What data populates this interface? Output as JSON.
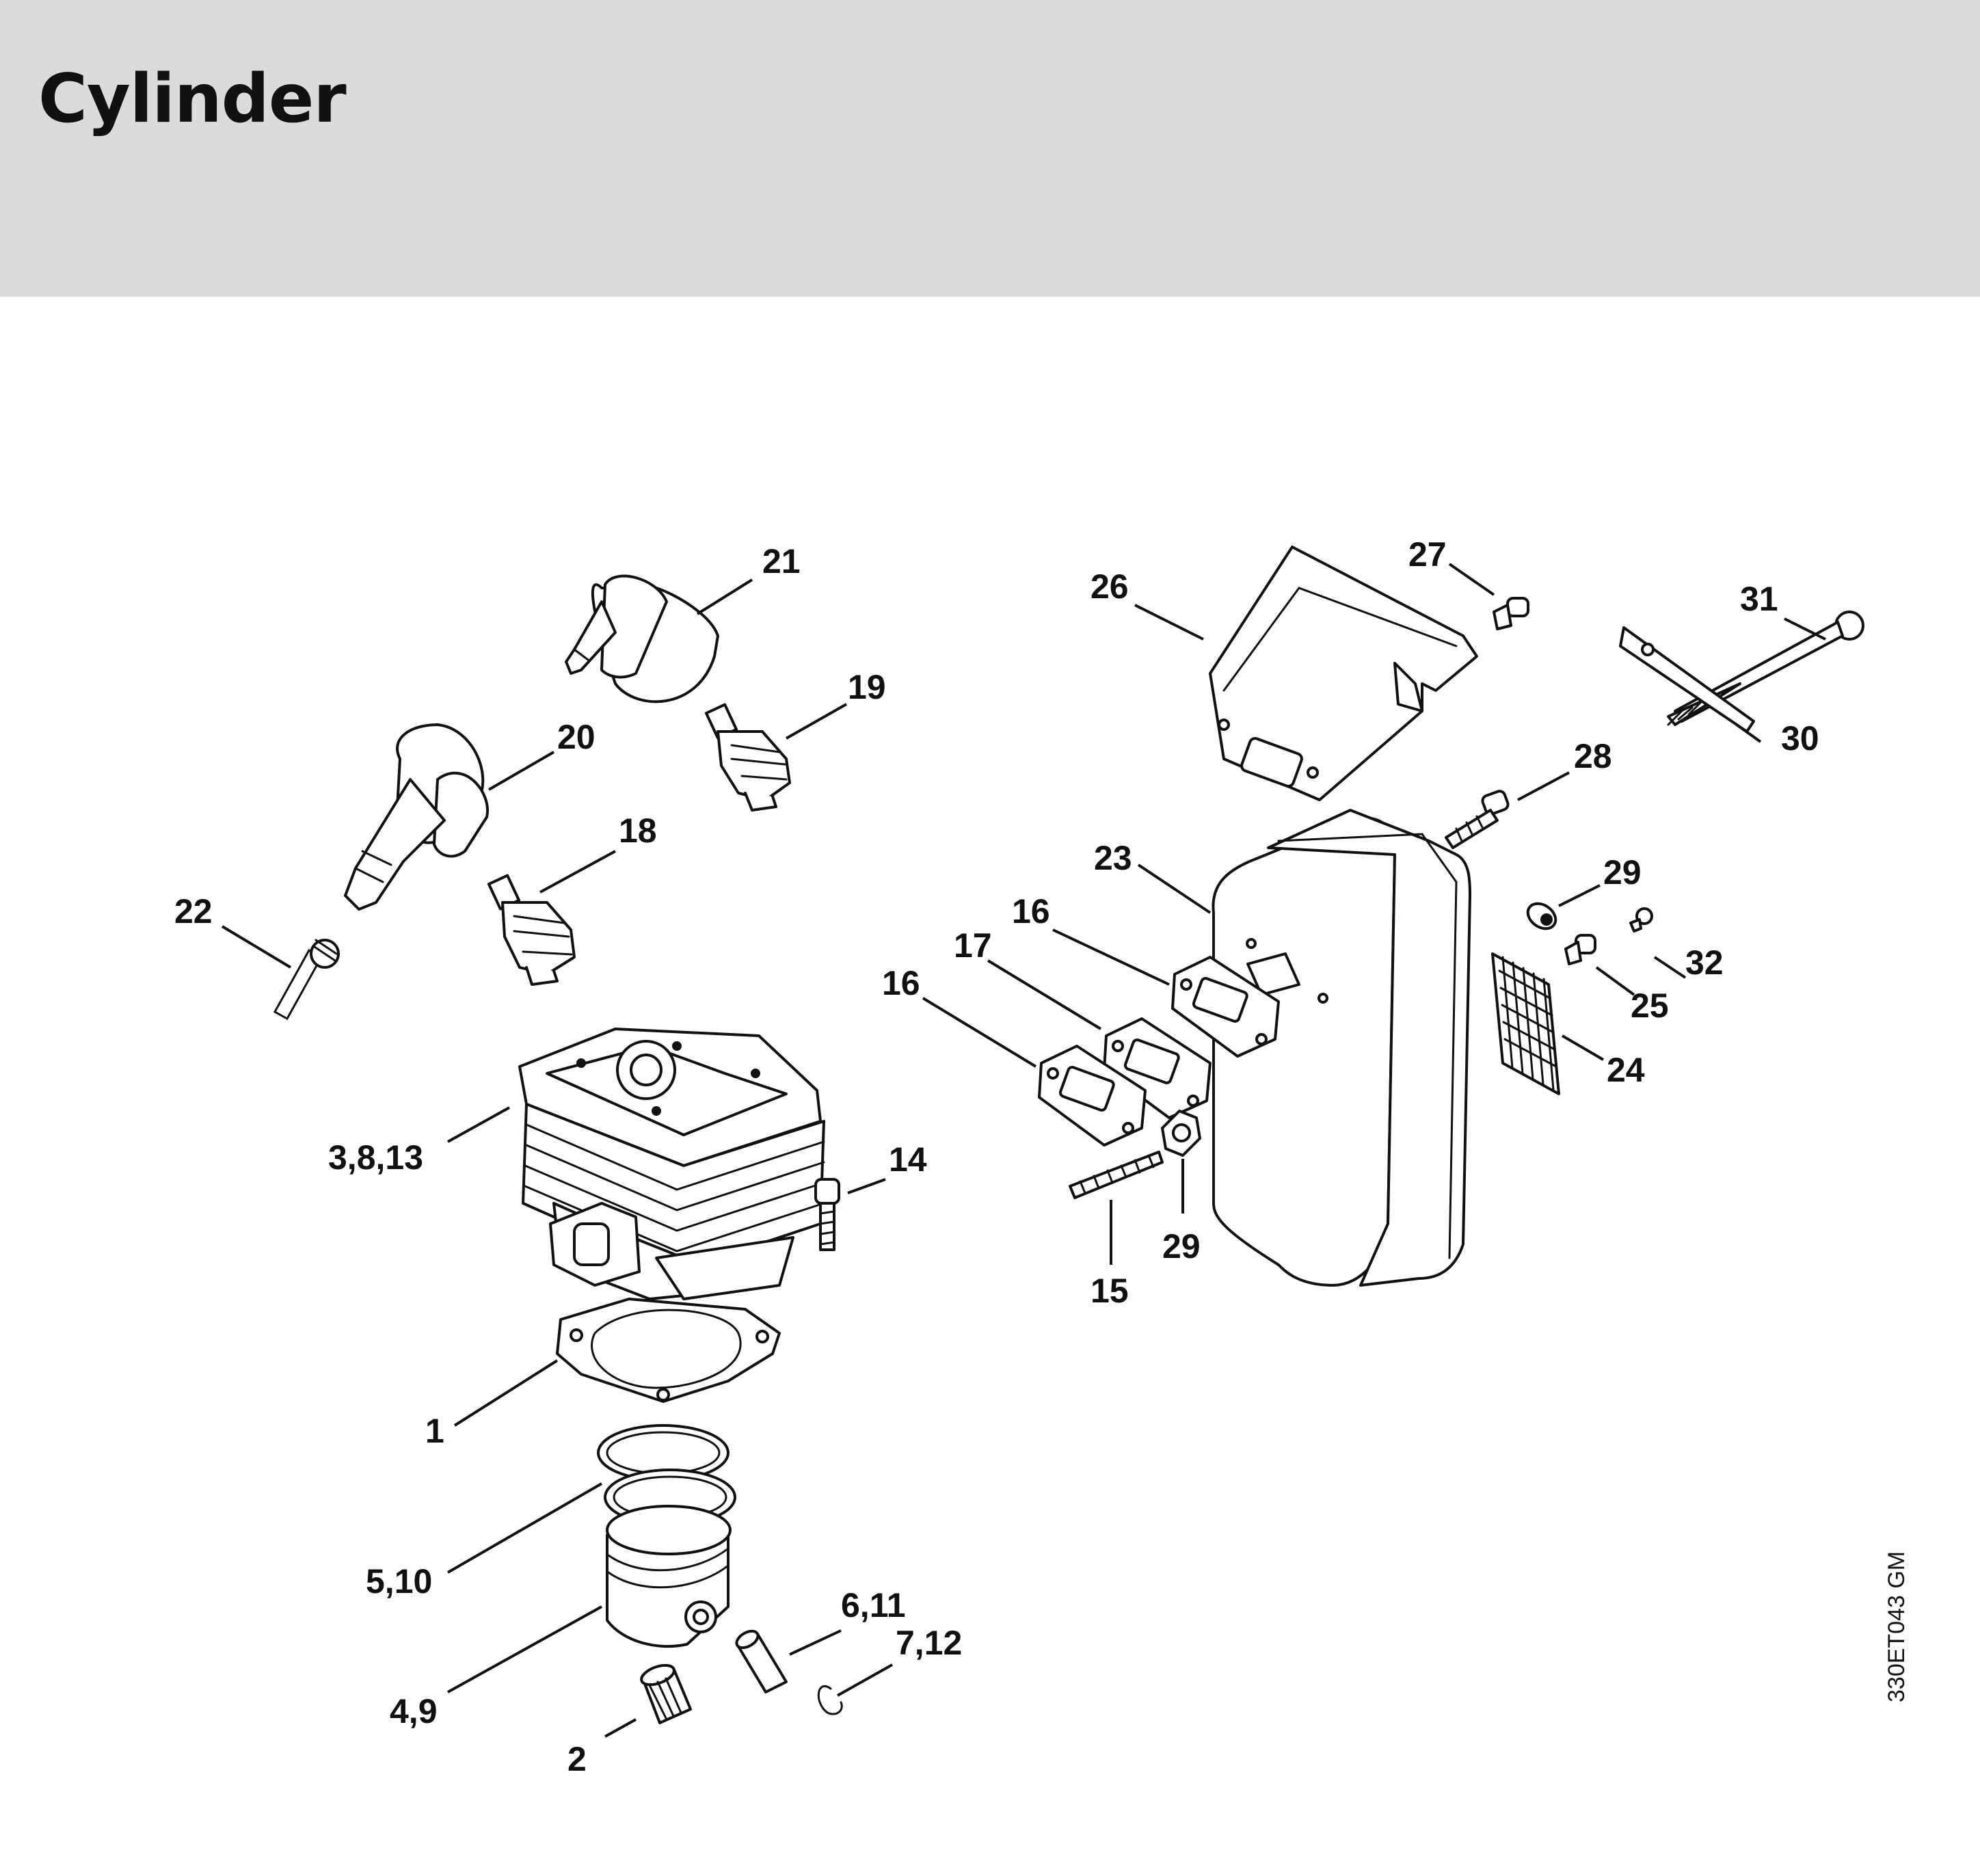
{
  "header": {
    "title": "Cylinder"
  },
  "callouts": {
    "c1": "1",
    "c2": "2",
    "c3": "3,8,13",
    "c4": "4,9",
    "c5": "5,10",
    "c6": "6,11",
    "c7": "7,12",
    "c14": "14",
    "c15": "15",
    "c16a": "16",
    "c16b": "16",
    "c17": "17",
    "c18": "18",
    "c19": "19",
    "c20": "20",
    "c21": "21",
    "c22": "22",
    "c23": "23",
    "c24": "24",
    "c25": "25",
    "c26": "26",
    "c27": "27",
    "c28": "28",
    "c29a": "29",
    "c29b": "29",
    "c30": "30",
    "c31": "31",
    "c32": "32"
  },
  "diagram_code": "330ET043 GM"
}
